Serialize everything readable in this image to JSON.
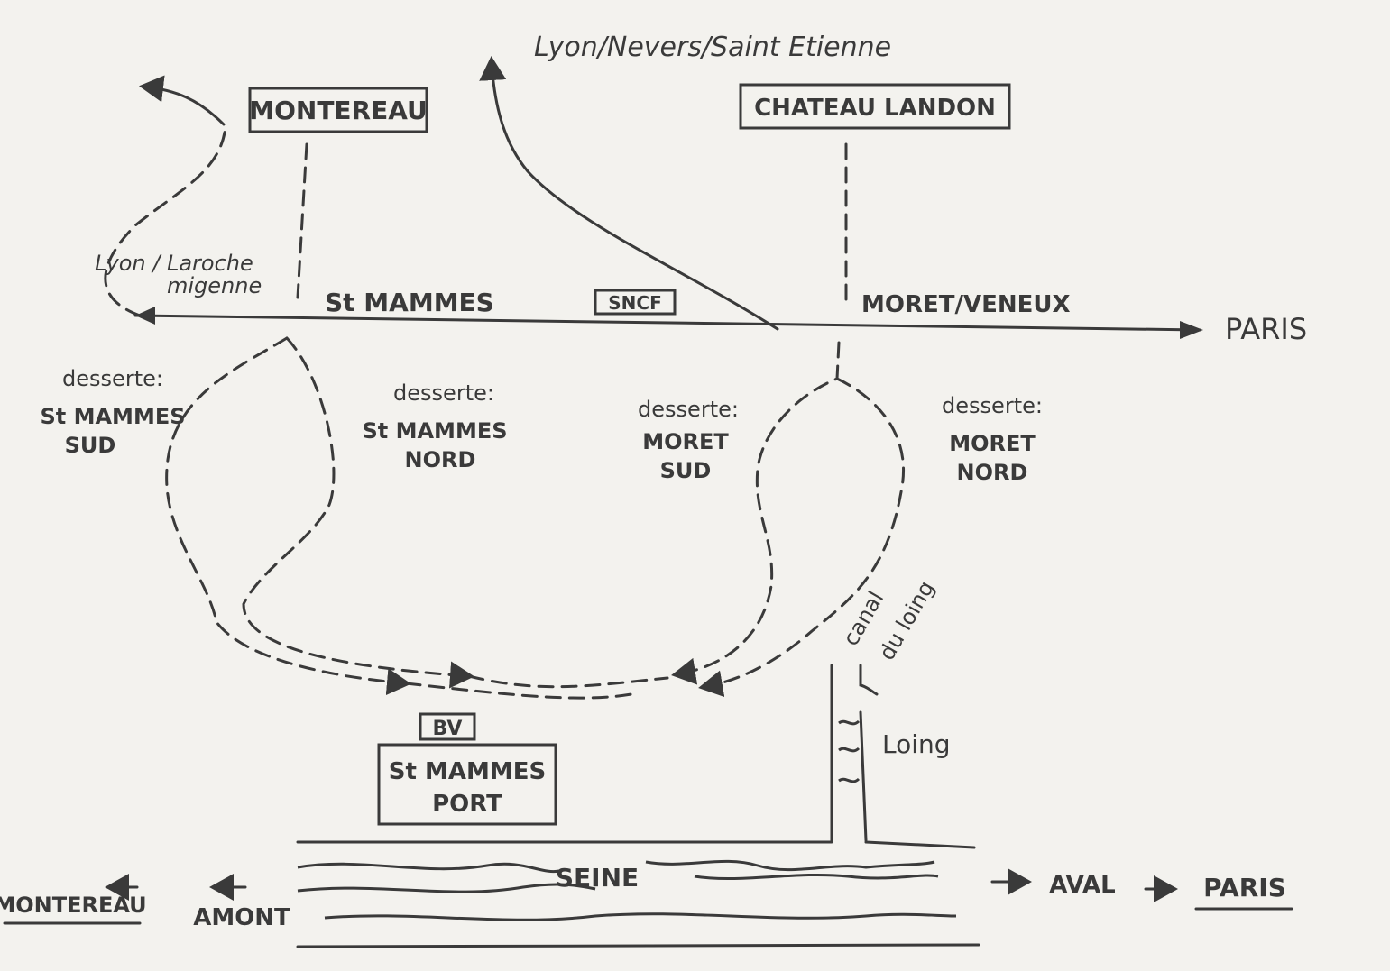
{
  "header_text": "Lyon/Nevers/Saint Etienne",
  "stations": {
    "montereau": "MONTEREAU",
    "chateau_landon": "CHATEAU LANDON",
    "port_badge": "BV",
    "port_line1": "St MAMMES",
    "port_line2": "PORT"
  },
  "main_line": {
    "operator": "SNCF",
    "left_stop": "St MAMMES",
    "right_stop": "MORET/VENEUX",
    "destination": "PARIS"
  },
  "branch_labels": {
    "lyon_laroche_1": "Lyon / Laroche",
    "lyon_laroche_2": "migenne"
  },
  "desserte": [
    {
      "title": "desserte:",
      "line1": "St MAMMES",
      "line2": "SUD"
    },
    {
      "title": "desserte:",
      "line1": "St MAMMES",
      "line2": "NORD"
    },
    {
      "title": "desserte:",
      "line1": "MORET",
      "line2": "SUD"
    },
    {
      "title": "desserte:",
      "line1": "MORET",
      "line2": "NORD"
    }
  ],
  "waterways": {
    "canal_1": "canal",
    "canal_2": "du loing",
    "river_loing": "Loing",
    "river_seine": "SEINE"
  },
  "bottom": {
    "montereau": "MONTEREAU",
    "amont": "AMONT",
    "aval": "AVAL",
    "paris": "PARIS"
  }
}
